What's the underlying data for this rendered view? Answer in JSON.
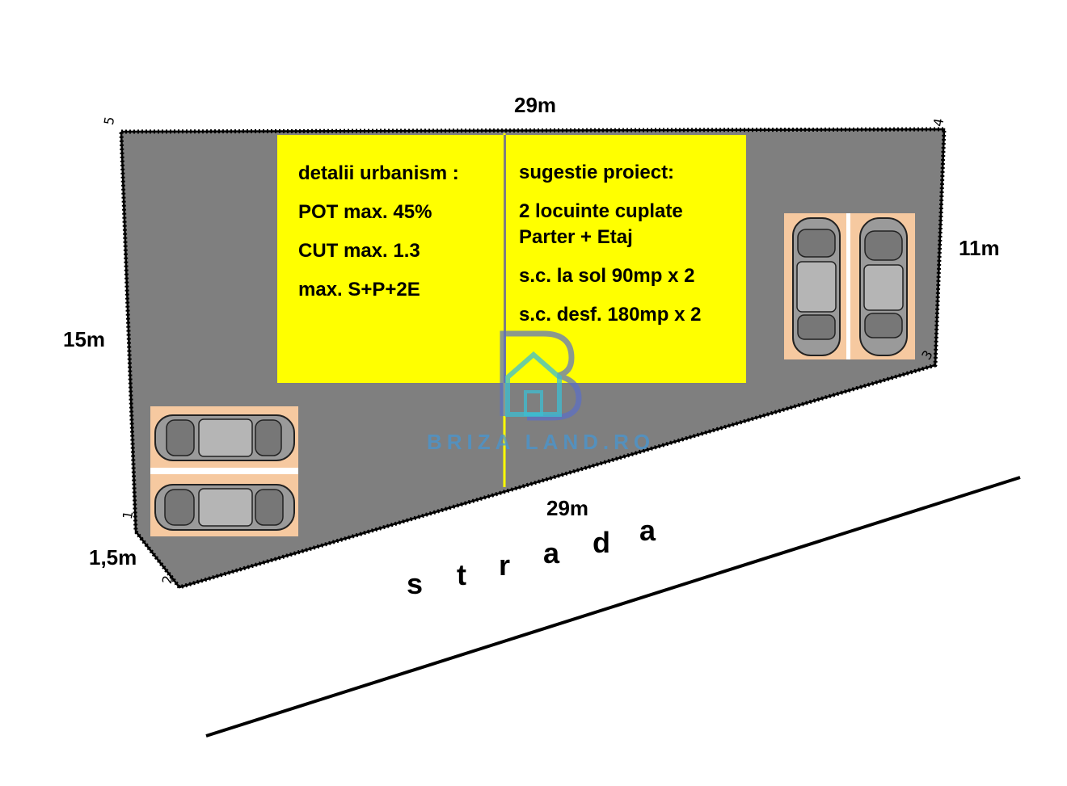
{
  "dimensions": {
    "top": "29m",
    "bottom": "29m",
    "left": "15m",
    "right": "11m",
    "corner_segment": "1,5m"
  },
  "corners": [
    "1",
    "2",
    "3",
    "4",
    "5"
  ],
  "urbanism": {
    "title": "detalii urbanism :",
    "lines": [
      "POT max. 45%",
      "CUT max. 1.3",
      "max. S+P+2E"
    ]
  },
  "project": {
    "title": "sugestie proiect:",
    "lines": [
      "2 locuinte cuplate",
      "Parter + Etaj",
      "s.c. la sol  90mp x 2",
      "s.c. desf. 180mp x 2"
    ]
  },
  "street": [
    "s",
    "t",
    "r",
    "a",
    "d",
    "a"
  ],
  "watermark": "BRIZA LAND.RO",
  "colors": {
    "lot": "#7f7f7f",
    "building_zone": "#ffff00",
    "parking": "#f6c9a0",
    "watermark": "#3a9bd8"
  }
}
